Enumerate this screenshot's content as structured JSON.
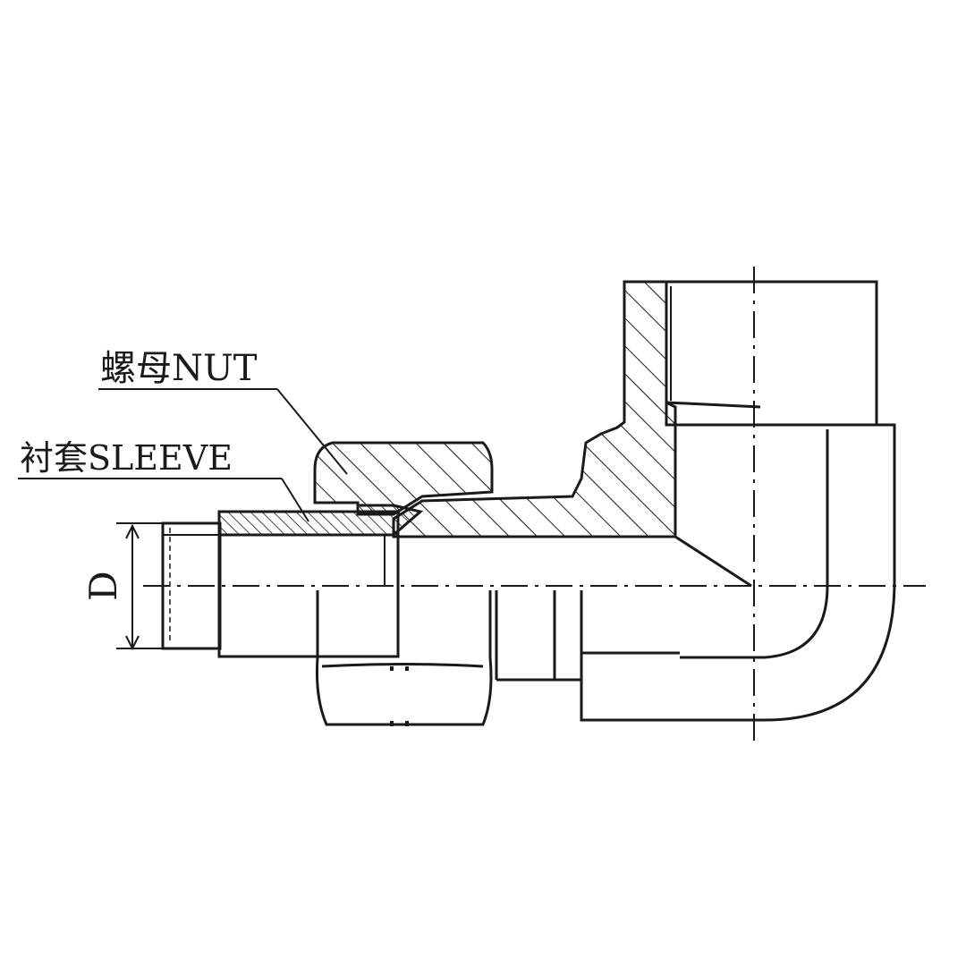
{
  "labels": {
    "nut": "螺母NUT",
    "sleeve": "衬套SLEEVE",
    "dimension": "D"
  },
  "colors": {
    "line": "#1a1a1a",
    "background": "#ffffff"
  }
}
